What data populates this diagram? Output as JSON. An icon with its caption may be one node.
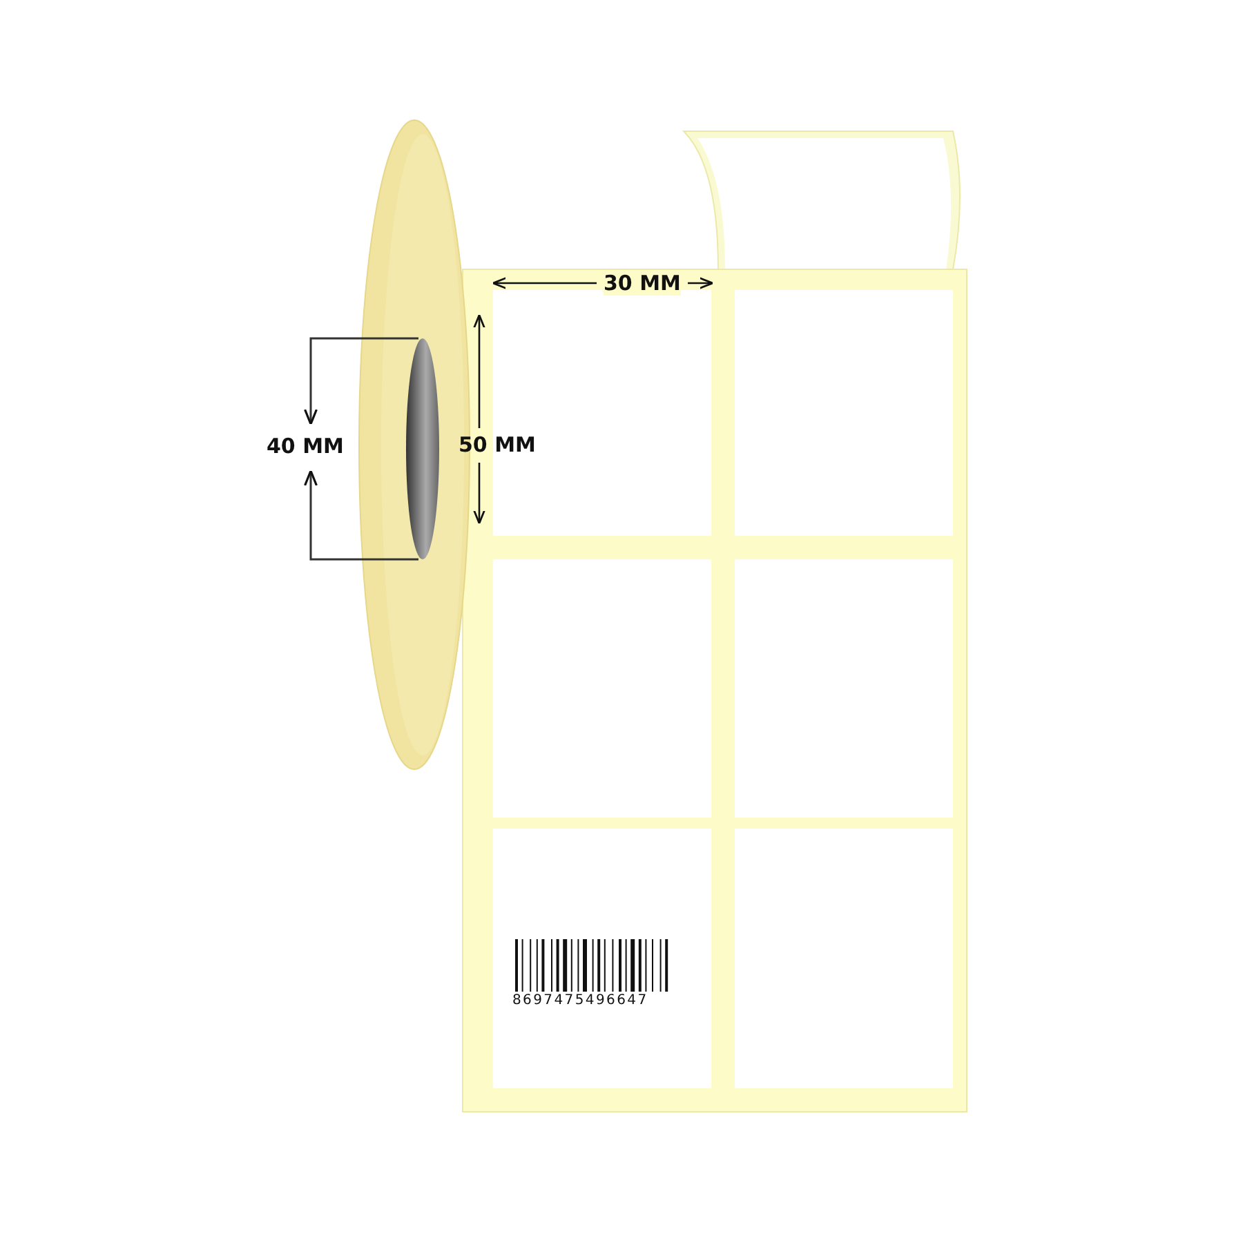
{
  "diagram": {
    "labels": [
      "30 MM",
      "40 MM",
      "50 MM",
      "8697475496647"
    ]
  }
}
